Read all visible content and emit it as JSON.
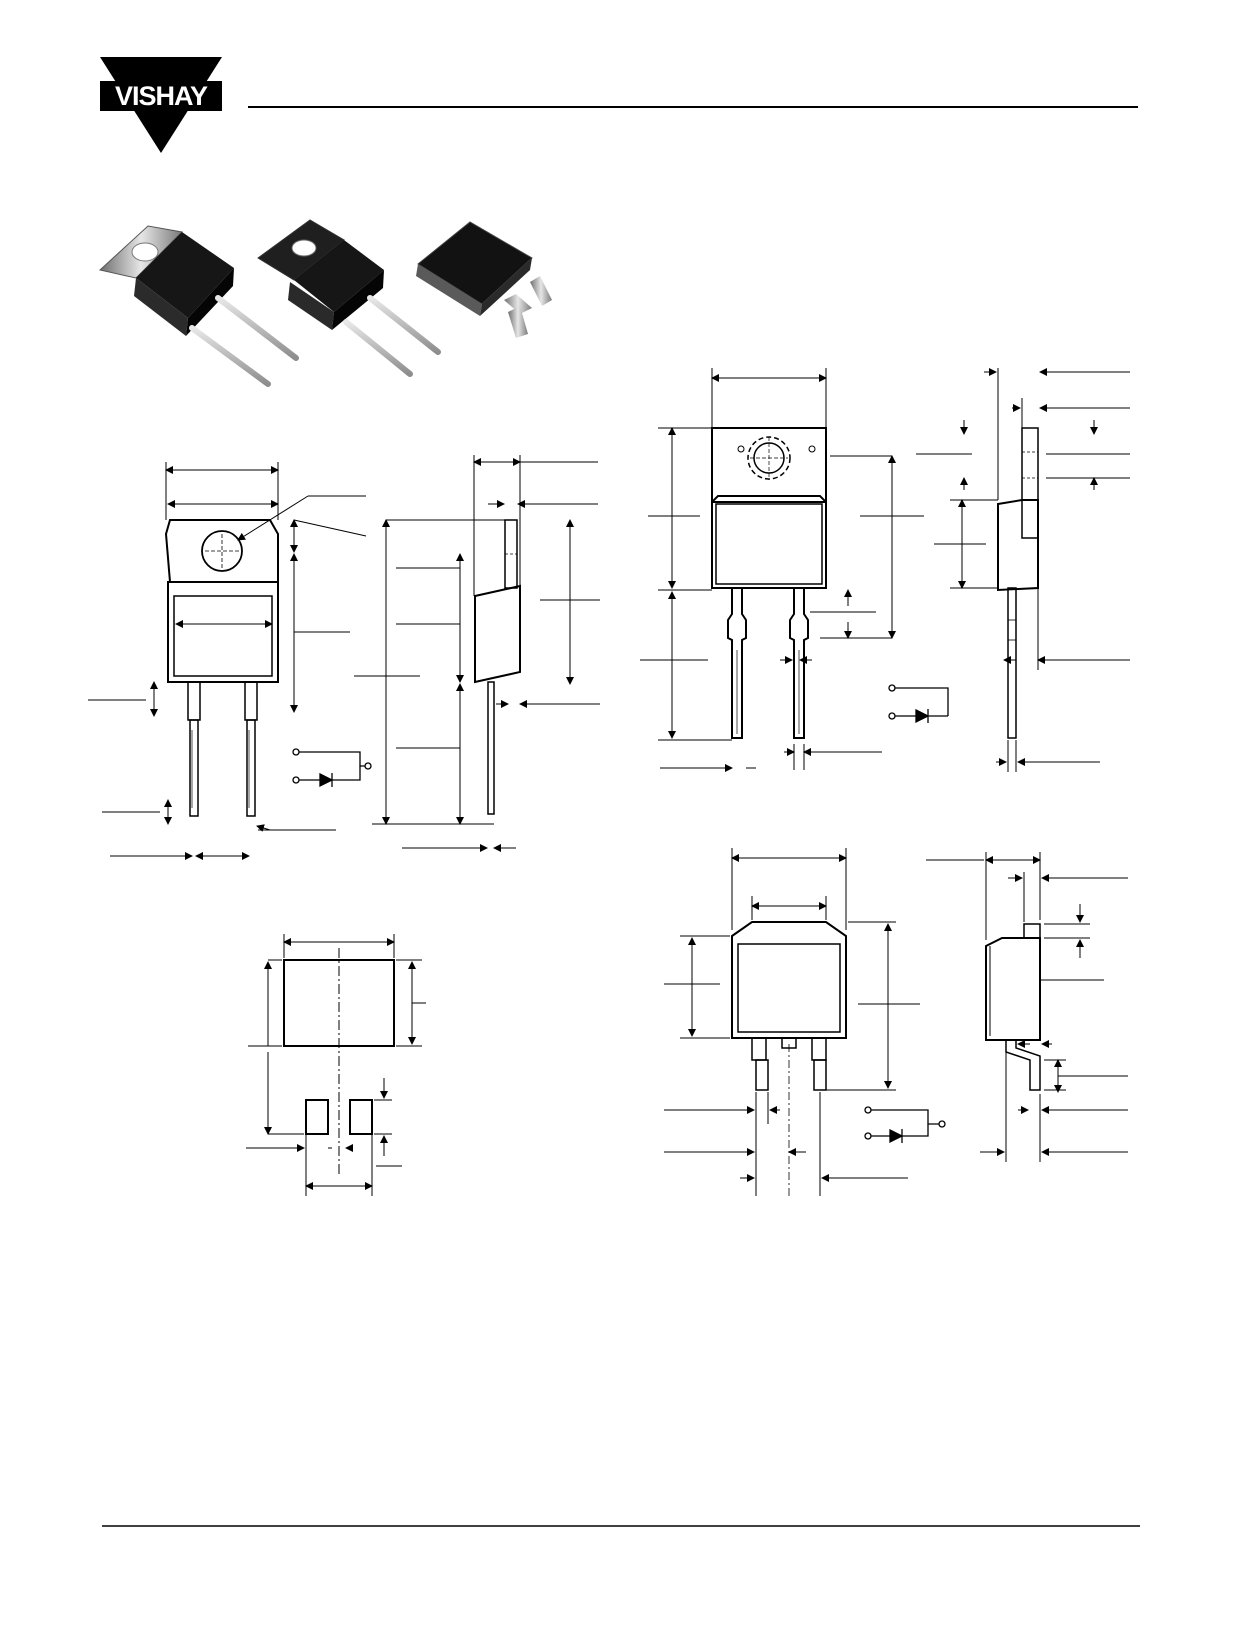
{
  "brand": {
    "name": "VISHAY",
    "colors": {
      "ink": "#000000",
      "paper": "#ffffff",
      "photo_metal": "#9a9a9a",
      "photo_body": "#1a1a1a"
    }
  },
  "header": {
    "rule": "header-rule"
  },
  "footer": {
    "rule": "footer-rule"
  },
  "figures": [
    {
      "id": "product-photos",
      "packages": 3
    },
    {
      "id": "to-220ac-outline",
      "pins": 2,
      "schematic": "diode"
    },
    {
      "id": "to-220-fullpak-outline",
      "pins": 2,
      "schematic": "diode"
    },
    {
      "id": "d2pak-outline",
      "pins": 2,
      "schematic": "diode"
    },
    {
      "id": "d2pak-pad-layout",
      "pads": 3
    }
  ],
  "icons": {
    "schematic": "diode-symbol-icon",
    "logo": "vishay-triangle-logo"
  }
}
